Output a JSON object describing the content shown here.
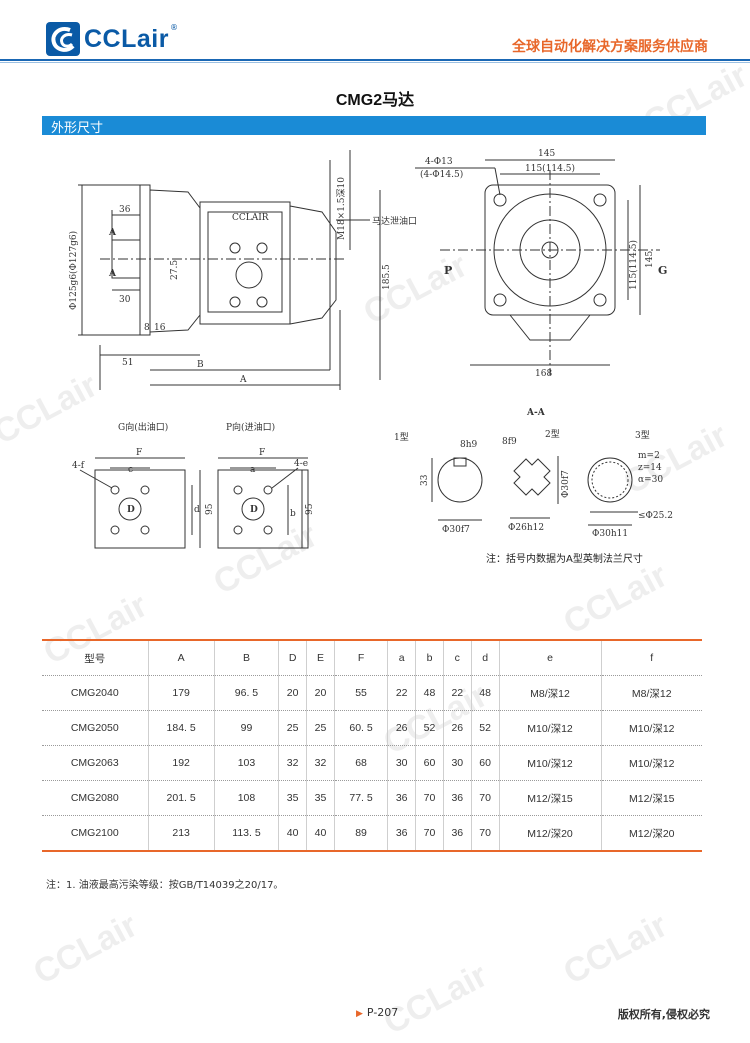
{
  "header": {
    "logo_text": "CCLair",
    "logo_reg": "®",
    "slogan": "全球自动化解决方案服务供应商"
  },
  "title": "CMG2马达",
  "section": {
    "label": "外形尺寸"
  },
  "drawing": {
    "labels": {
      "dim_36": "36",
      "dim_30": "30",
      "dim_27_5": "27.5",
      "dim_8": "8",
      "dim_16": "16",
      "dim_51": "51",
      "dim_B": "B",
      "dim_A": "A",
      "dim_185_5": "185.5",
      "thread": "M18×1.5深10",
      "drain": "马达泄油口",
      "shaft_dia": "Φ125g6(Φ127g6)",
      "section_A_top": "A",
      "section_A_bottom": "A",
      "body_brand": "CCLAIR",
      "hole_spec_1": "4-Φ13",
      "hole_spec_2": "(4-Φ14.5)",
      "dim_145_top": "145",
      "dim_115_top": "115(114.5)",
      "dim_145_right": "145",
      "dim_115_right": "115(114.5)",
      "dim_168": "168",
      "port_P": "P",
      "port_G": "G",
      "view_G": "G向(出油口)",
      "view_P": "P向(进油口)",
      "g_F": "F",
      "g_c": "c",
      "g_D": "D",
      "g_d": "d",
      "g_95": "95",
      "g_4f": "4-f",
      "p_F": "F",
      "p_a": "a",
      "p_D": "D",
      "p_b": "b",
      "p_95": "95",
      "p_4e": "4-e",
      "aa_title": "A-A",
      "type1": "1型",
      "type2": "2型",
      "type3": "3型",
      "t1_8h9": "8h9",
      "t1_33": "33",
      "t1_30f7": "Φ30f7",
      "t2_8f9": "8f9",
      "t2_30f7": "Φ30f7",
      "t2_26h12": "Φ26h12",
      "t3_m": "m=2",
      "t3_z": "z=14",
      "t3_a": "α=30",
      "t3_25_2": "≤Φ25.2",
      "t3_30h11": "Φ30h11"
    },
    "note": "注：括号内数据为A型英制法兰尺寸"
  },
  "table": {
    "headers": [
      "型号",
      "A",
      "B",
      "D",
      "E",
      "F",
      "a",
      "b",
      "c",
      "d",
      "e",
      "f"
    ],
    "rows": [
      [
        "CMG2040",
        "179",
        "96. 5",
        "20",
        "20",
        "55",
        "22",
        "48",
        "22",
        "48",
        "M8/深12",
        "M8/深12"
      ],
      [
        "CMG2050",
        "184. 5",
        "99",
        "25",
        "25",
        "60. 5",
        "26",
        "52",
        "26",
        "52",
        "M10/深12",
        "M10/深12"
      ],
      [
        "CMG2063",
        "192",
        "103",
        "32",
        "32",
        "68",
        "30",
        "60",
        "30",
        "60",
        "M10/深12",
        "M10/深12"
      ],
      [
        "CMG2080",
        "201. 5",
        "108",
        "35",
        "35",
        "77. 5",
        "36",
        "70",
        "36",
        "70",
        "M12/深15",
        "M12/深15"
      ],
      [
        "CMG2100",
        "213",
        "113. 5",
        "40",
        "40",
        "89",
        "36",
        "70",
        "36",
        "70",
        "M12/深20",
        "M12/深20"
      ]
    ]
  },
  "footnote": "注：1. 油液最高污染等级：按GB/T14039之20/17。",
  "footer": {
    "page": "P-207",
    "copyright": "版权所有,侵权必究"
  },
  "watermark": "CCLair",
  "colors": {
    "brand_blue": "#0a5aa6",
    "section_blue": "#1a8bd6",
    "accent_orange": "#e8672a"
  }
}
